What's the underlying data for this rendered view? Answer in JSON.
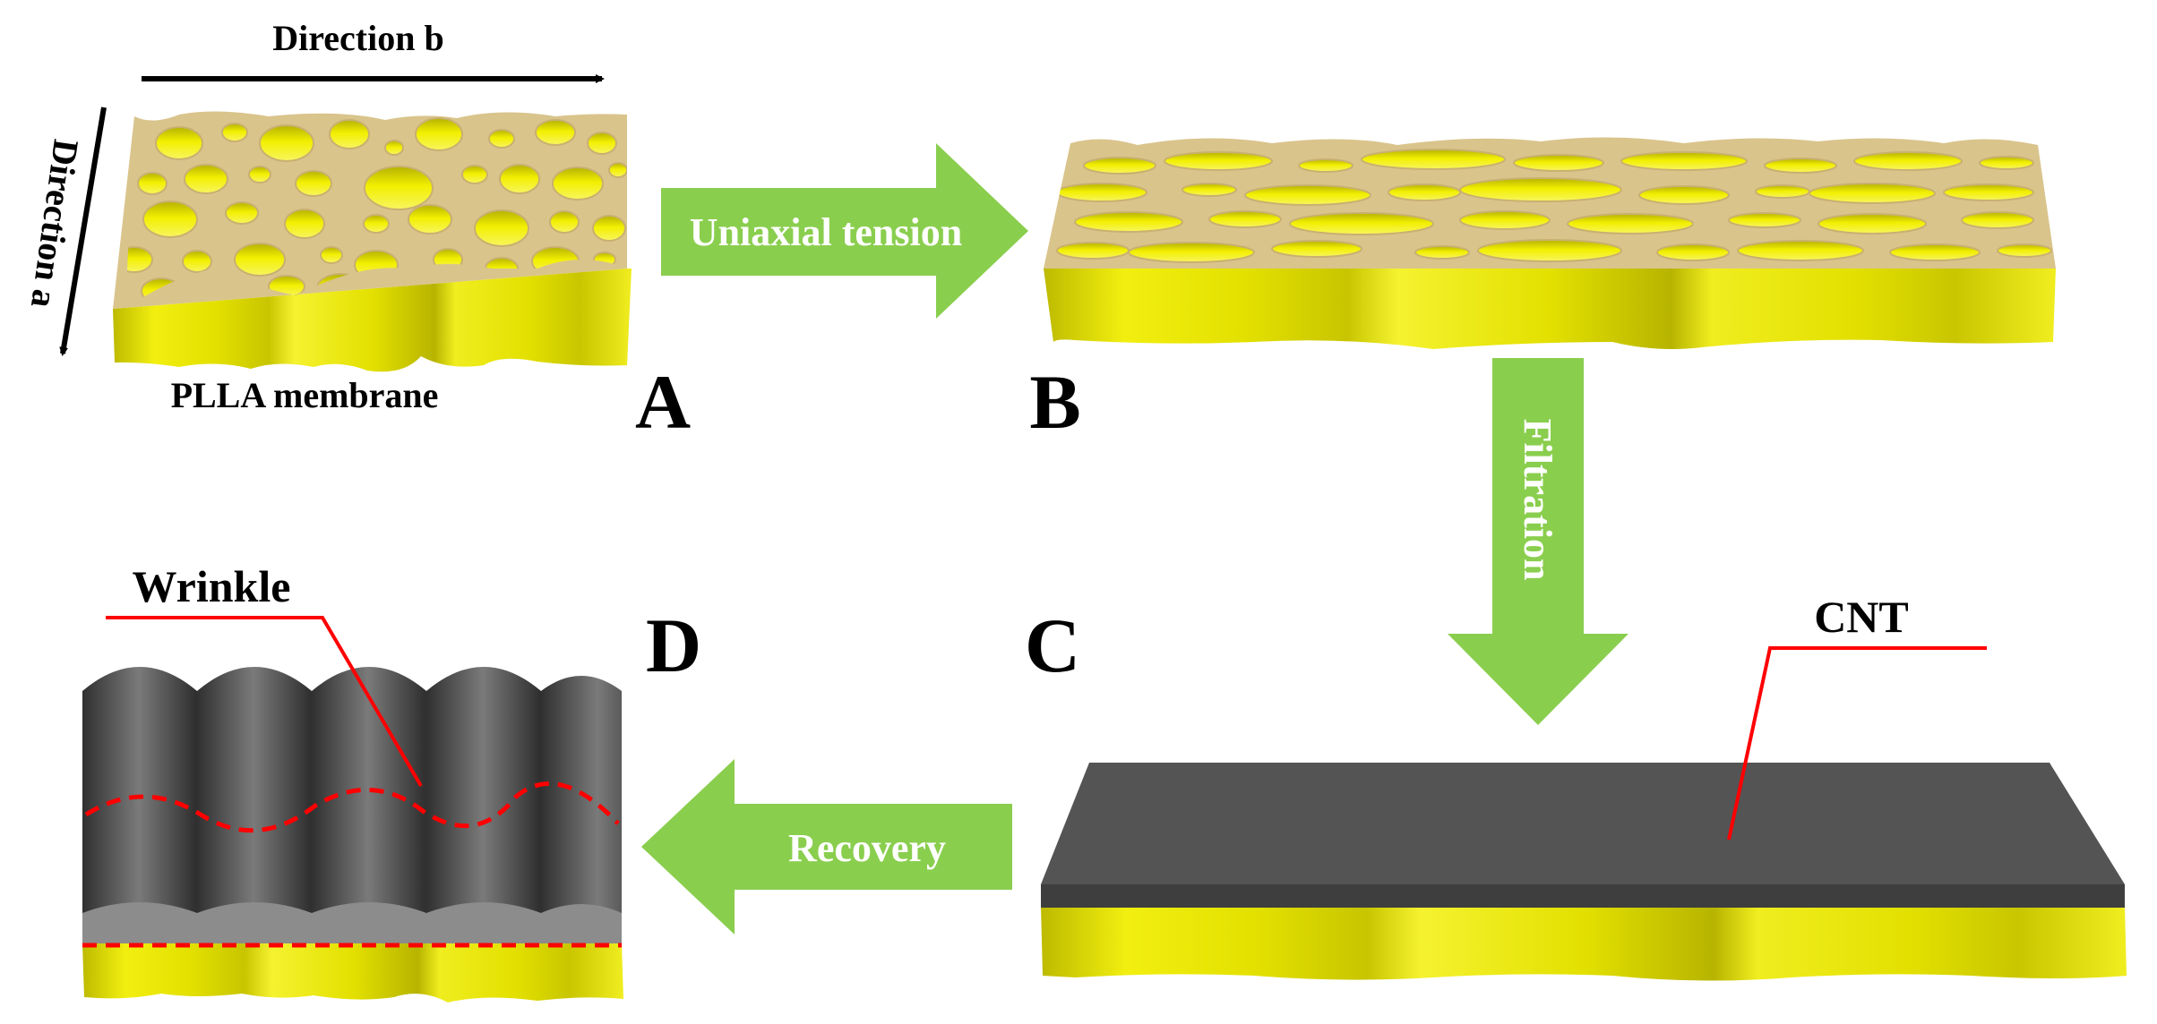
{
  "labels": {
    "direction_b": "Direction b",
    "direction_a": "Direction a",
    "membrane": "PLLA membrane",
    "panel_a": "A",
    "panel_b": "B",
    "panel_c": "C",
    "panel_d": "D",
    "cnt": "CNT",
    "wrinkle": "Wrinkle"
  },
  "arrows": {
    "step1": "Uniaxial tension",
    "step2": "Filtration",
    "step3": "Recovery"
  },
  "colors": {
    "membrane_top": "#D9C48C",
    "pore_fill": "#E6E600",
    "membrane_side": "#E3E000",
    "cnt_top": "#545454",
    "cnt_side": "#3E3E3E",
    "wrinkle_ridge": "#6B6B6B",
    "wrinkle_valley": "#3A3A3A",
    "process_arrow": "#8ACE4E",
    "annotation_line": "#FF0000"
  }
}
